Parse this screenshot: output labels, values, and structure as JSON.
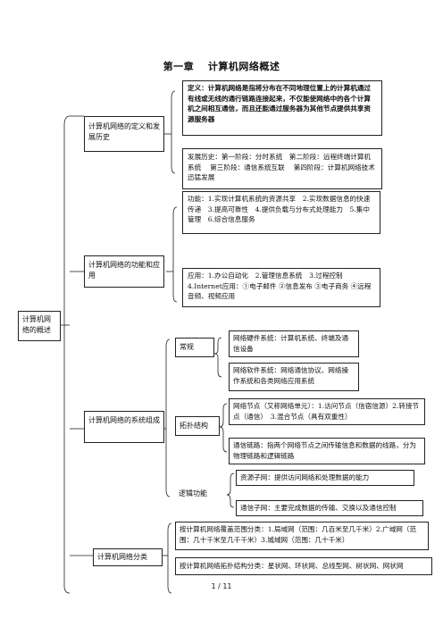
{
  "title": "第一章　 计算机网络概述",
  "root": {
    "label": "计算机网络的概述"
  },
  "sections": {
    "definition": {
      "label": "计算机网络的定义和发展历史",
      "definition_text": "定义：计算机网络是指将分布在不同地理位置上的计算机通过有线或无线的通行链路连接起来，不仅能使网络中的各个计算机之间相互通信，而且还能通过服务器为其他节点提供共享资源服务器",
      "history_text": "发展历史：第一阶段：分时系统　第二阶段：远程终端计算机系统　 第三阶段：通信系统互联　 第四阶段：计算机网络技术迅猛发展"
    },
    "function": {
      "label": "计算机网络的功能和应用",
      "function_text": "功能：1.实现计算机系统的资源共享　2.实现数据信息的快速传递　3.提高可靠性　4.提供负载与分布式处理能力　5.集中管理　6.综合信息服务",
      "application_text": "应用：1.办公自动化　2.管理信息系统　3.过程控制　4.Internet应用：①电子邮件 ②信息发布 ③电子商务 ④远程音频、视频应用"
    },
    "system": {
      "label": "计算机网络的系统组成",
      "regular": {
        "label": "常规",
        "hardware": "网络硬件系统：计算机系统、终端及通信设备",
        "software": "网络软件系统：网络通信协议、网络操作系统和各类网络应用系统"
      },
      "topology": {
        "label": "拓扑结构",
        "nodes": "网络节点（又称网络单元）：1.访问节点（信宿信源）2.转接节点（通信）　3.混合节点（具有双重性）",
        "links": "通信链路：指两个网络节点之间传输信息和数据的线路，分为物理链路和逻辑链路"
      },
      "logic": {
        "label": "逻辑功能",
        "resource": "资源子网：提供访问网络和处理数据的能力",
        "comm": "通信子网：主要完成数据的传输、交换以及通信控制"
      }
    },
    "classification": {
      "label": "计算机网络分类",
      "by_range": "按计算机网络覆盖范围分类：1.局域网（范围：几百米至几千米）2.广域网（范围：几十千米至几千千米）3.城域网（范围：几十千米）",
      "by_topology": "按计算机网络拓扑结构分类：星状网、环状网、总线型网、树状网、网状网"
    }
  },
  "footer": "1 / 11"
}
